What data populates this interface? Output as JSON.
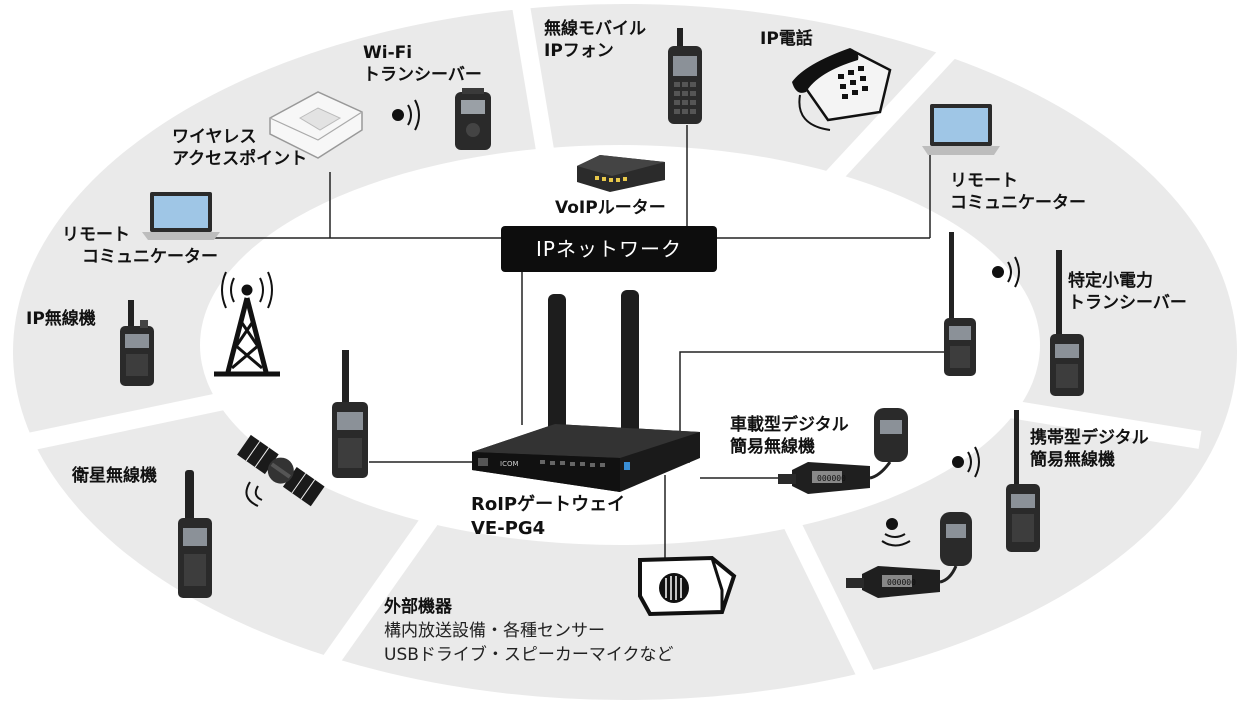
{
  "network_label": "IPネットワーク",
  "gateway": {
    "line1": "RoIPゲートウェイ",
    "line2": "VE-PG4",
    "logo": "ICOM"
  },
  "voip_router": "VoIPルーター",
  "mobile_ip_phone": {
    "line1": "無線モバイル",
    "line2": "IPフォン"
  },
  "ip_phone": "IP電話",
  "wifi_transceiver": {
    "line1": "Wi-Fi",
    "line2": "トランシーバー"
  },
  "wireless_ap": {
    "line1": "ワイヤレス",
    "line2": "アクセスポイント"
  },
  "remote_left": {
    "line1": "リモート",
    "line2": "コミュニケーター"
  },
  "remote_right": {
    "line1": "リモート",
    "line2": "コミュニケーター"
  },
  "ip_radio": "IP無線機",
  "satellite_radio": "衛星無線機",
  "tokutei": {
    "line1": "特定小電力",
    "line2": "トランシーバー"
  },
  "vehicle_digital": {
    "line1": "車載型デジタル",
    "line2": "簡易無線機"
  },
  "handheld_digital": {
    "line1": "携帯型デジタル",
    "line2": "簡易無線機"
  },
  "external": {
    "title": "外部機器",
    "line1": "構内放送設備・各種センサー",
    "line2": "USBドライブ・スピーカーマイクなど"
  },
  "mobile_display": "000000"
}
